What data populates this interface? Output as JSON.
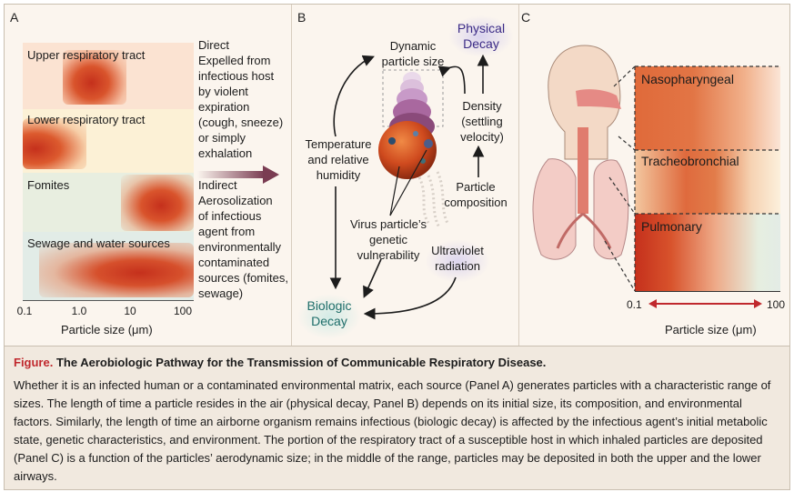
{
  "panel_a": {
    "letter": "A",
    "bands": [
      {
        "label": "Upper respiratory tract"
      },
      {
        "label": "Lower respiratory tract"
      },
      {
        "label": "Fomites"
      },
      {
        "label": "Sewage and water sources"
      }
    ],
    "ticks": [
      "0.1",
      "1.0",
      "10",
      "100"
    ],
    "axis_title": "Particle size (μm)",
    "direct_text": "Direct\nExpelled from\ninfectious host\nby violent\nexpiration\n(cough, sneeze)\nor simply\nexhalation",
    "indirect_text": "Indirect\nAerosolization\nof infectious\nagent from\nenvironmentally\ncontaminated\nsources (fomites,\nsewage)"
  },
  "panel_b": {
    "letter": "B",
    "physical_decay": "Physical\nDecay",
    "dynamic_size": "Dynamic\nparticle size",
    "density": "Density\n(settling\nvelocity)",
    "temperature": "Temperature\nand relative\nhumidity",
    "composition": "Particle\ncomposition",
    "vulnerability": "Virus particle’s\ngenetic\nvulnerability",
    "ultraviolet": "Ultraviolet\nradiation",
    "biologic_decay": "Biologic\nDecay"
  },
  "panel_c": {
    "letter": "C",
    "regions": [
      {
        "label": "Nasopharyngeal"
      },
      {
        "label": "Tracheobronchial"
      },
      {
        "label": "Pulmonary"
      }
    ],
    "range_min": "0.1",
    "range_max": "100",
    "axis_title": "Particle size (μm)"
  },
  "caption": {
    "figure_word": "Figure.",
    "title": "The Aerobiologic Pathway for the Transmission of Communicable Respiratory Disease.",
    "body": "Whether it is an infected human or a contaminated environmental matrix, each source (Panel A) generates particles with a characteristic range of sizes. The length of time a particle resides in the air (physical decay, Panel B) depends on its initial size, its composition, and environmental factors. Similarly, the length of time an airborne organism remains infectious (biologic decay) is affected by the infectious agent’s initial metabolic state, genetic characteristics, and environment. The portion of the respiratory tract of a susceptible host in which inhaled particles are deposited (Panel C) is a function of the particles’ aerodynamic size; in the middle of the range, particles may be deposited in both the upper and the lower airways."
  },
  "colors": {
    "red": "#c0282d",
    "purple_text": "#3b2b86",
    "teal_text": "#1f6e6a"
  }
}
